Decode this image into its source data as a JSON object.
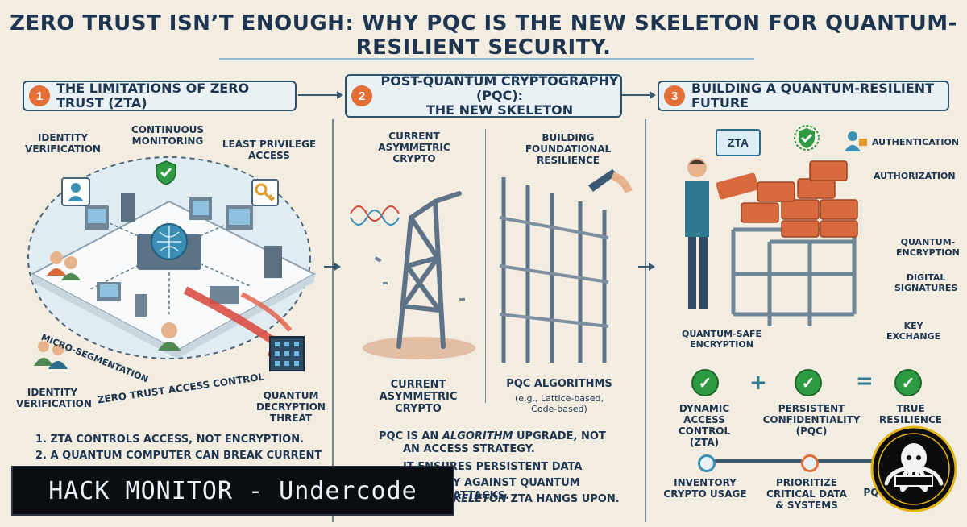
{
  "title": "ZERO TRUST ISN’T ENOUGH: WHY PQC IS THE NEW SKELETON FOR QUANTUM-RESILIENT SECURITY.",
  "sections": [
    {
      "num": "1",
      "title": "THE LIMITATIONS OF ZERO TRUST (ZTA)"
    },
    {
      "num": "2",
      "title_line1": "POST-QUANTUM CRYPTOGRAPHY (PQC):",
      "title_line2": "THE NEW SKELETON"
    },
    {
      "num": "3",
      "title": "BUILDING A QUANTUM-RESILIENT FUTURE"
    }
  ],
  "zta_panel": {
    "identity_top": [
      "IDENTITY",
      "VERIFICATION"
    ],
    "continuous": [
      "CONTINUOUS",
      "MONITORING"
    ],
    "least_priv": [
      "LEAST PRIVILEGE",
      "ACCESS"
    ],
    "micro_seg": "MICRO-SEGMENTATION",
    "zt_access": "ZERO TRUST ACCESS CONTROL",
    "identity_bottom": [
      "IDENTITY",
      "VERIFICATION"
    ],
    "quantum_threat": [
      "QUANTUM",
      "DECRYPTION",
      "THREAT"
    ],
    "notes": [
      "1. ZTA CONTROLS ACCESS, NOT ENCRYPTION.",
      "2. A QUANTUM COMPUTER CAN BREAK CURRENT"
    ]
  },
  "pqc_panel": {
    "current_top": [
      "CURRENT",
      "ASYMMETRIC",
      "CRYPTO"
    ],
    "building_top": [
      "BUILDING",
      "FOUNDATIONAL",
      "RESILIENCE"
    ],
    "current_bottom": [
      "CURRENT",
      "ASYMMETRIC",
      "CRYPTO"
    ],
    "pqc_algos": "PQC ALGORITHMS",
    "pqc_algos_sub": [
      "(e.g., Lattice-based,",
      "Code-based)"
    ],
    "note_line1_pre": "PQC IS AN ",
    "note_line1_em": "ALGORITHM",
    "note_line1_post": " UPGRADE, NOT",
    "note_line2": "AN ACCESS STRATEGY.",
    "note_line3": "IT ENSURES PERSISTENT DATA",
    "note_line4": "Y AGAINST QUANTUM ATTACKS.",
    "note_line5_em": "KELETON",
    "note_line5_post": " ZTA HANGS UPON."
  },
  "future_panel": {
    "zta_label": "ZTA",
    "authentication": "AUTHENTICATION",
    "authorization": "AUTHORIZATION",
    "quantum_enc": [
      "QUANTUM-",
      "ENCRYPTION"
    ],
    "digital_sig": [
      "DIGITAL",
      "SIGNATURES"
    ],
    "key_exchange": [
      "KEY",
      "EXCHANGE"
    ],
    "quantum_safe": [
      "QUANTUM-SAFE",
      "ENCRYPTION"
    ],
    "dynamic": [
      "DYNAMIC",
      "ACCESS CONTROL",
      "(ZTA)"
    ],
    "persistent": [
      "PERSISTENT",
      "CONFIDENTIALITY",
      "(PQC)"
    ],
    "resilience": [
      "TRUE",
      "RESILIENCE"
    ],
    "plus": "+",
    "equals": "=",
    "steps": [
      [
        "INVENTORY",
        "CRYPTO USAGE"
      ],
      [
        "PRIORITIZE",
        "CRITICAL DATA",
        "& SYSTEMS"
      ],
      [
        "PQ"
      ]
    ]
  },
  "banner": "HACK MONITOR - Undercode",
  "colors": {
    "accent": "#e26f36",
    "navy": "#1d3550",
    "green": "#2f9a44",
    "teal": "#2f7a90",
    "brick": "#d8693c"
  }
}
